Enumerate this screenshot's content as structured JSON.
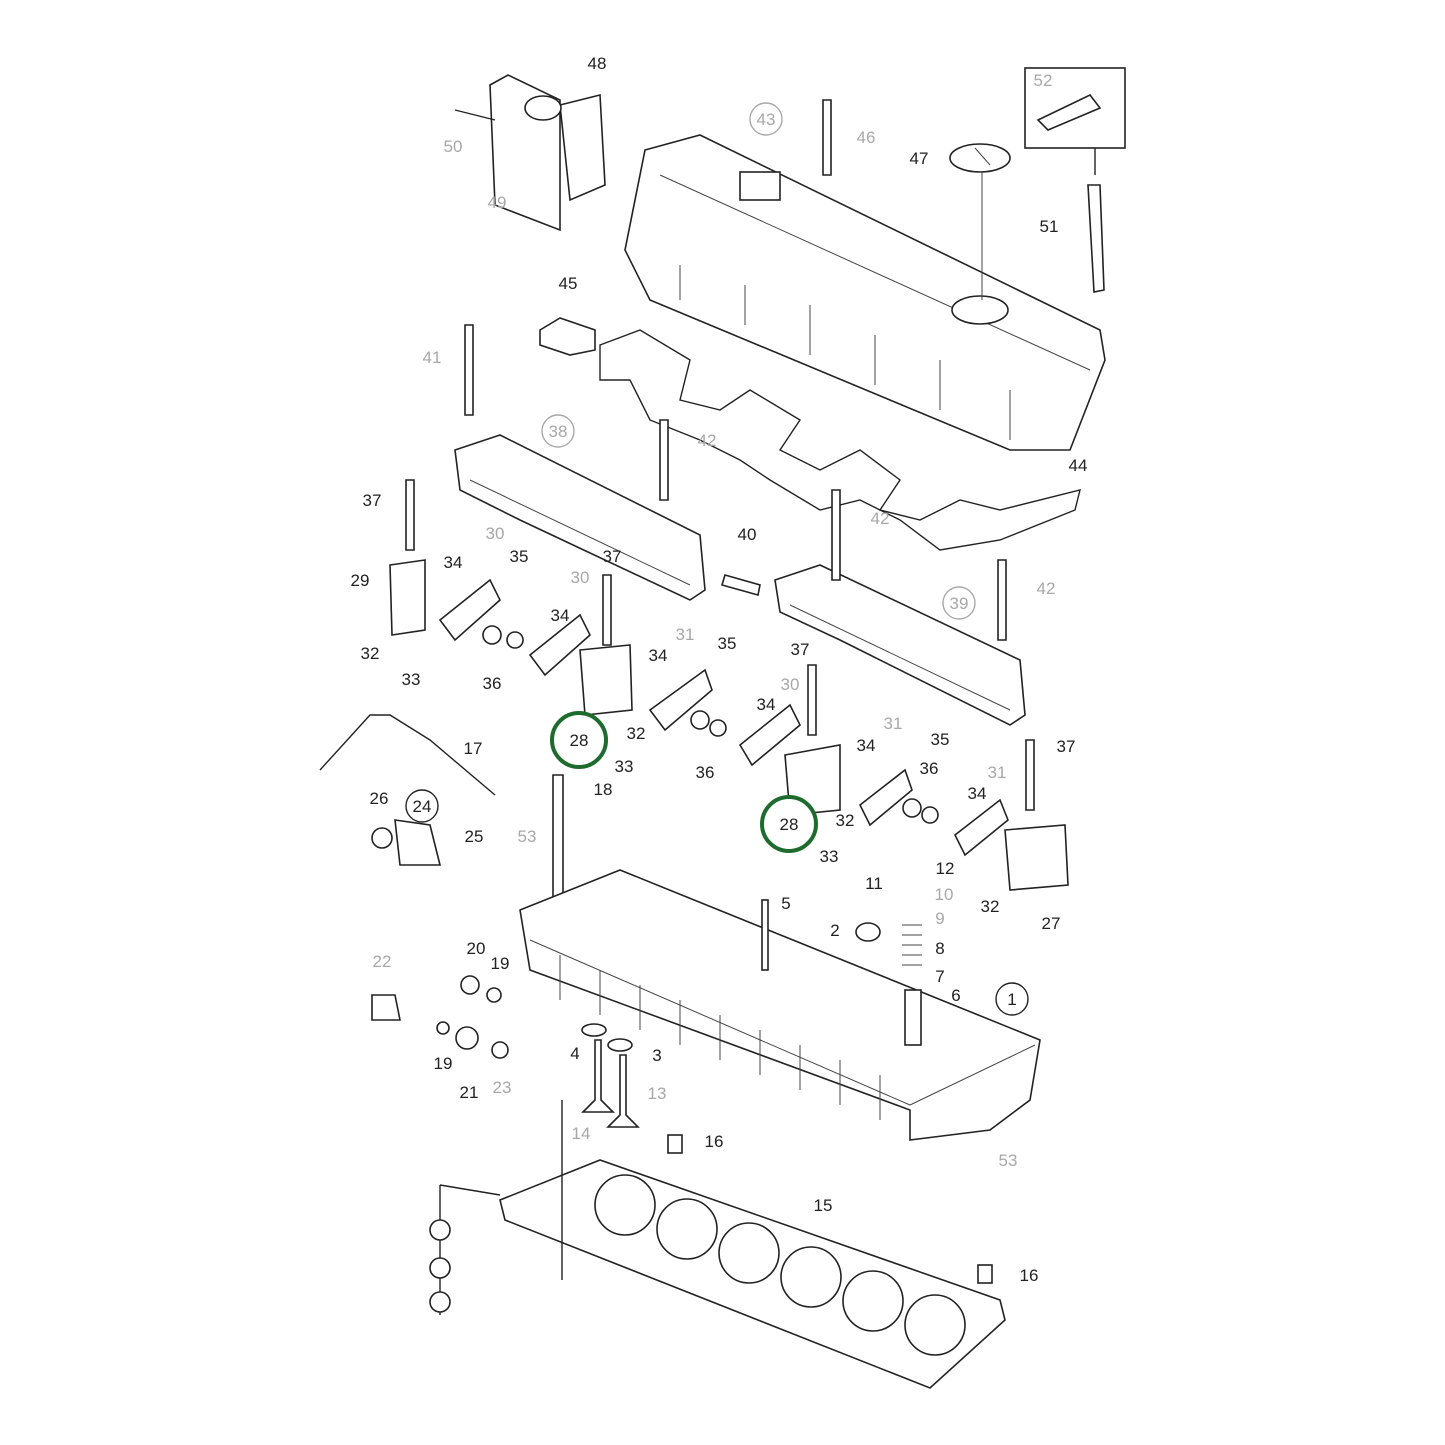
{
  "diagram": {
    "highlight_color": "#1e6b2e",
    "label_color": "#222222",
    "secondary_label_color": "#a8a8a8",
    "labels": [
      {
        "text": "48",
        "gray": false
      },
      {
        "text": "50",
        "gray": true
      },
      {
        "text": "49",
        "gray": true
      },
      {
        "text": "43",
        "gray": true,
        "circled": true
      },
      {
        "text": "46",
        "gray": true
      },
      {
        "text": "47",
        "gray": false
      },
      {
        "text": "52",
        "gray": true
      },
      {
        "text": "51",
        "gray": false
      },
      {
        "text": "45",
        "gray": false
      },
      {
        "text": "41",
        "gray": true
      },
      {
        "text": "38",
        "gray": true,
        "circled": true
      },
      {
        "text": "42",
        "gray": true
      },
      {
        "text": "44",
        "gray": false
      },
      {
        "text": "37",
        "gray": false
      },
      {
        "text": "42",
        "gray": true
      },
      {
        "text": "30",
        "gray": true
      },
      {
        "text": "35",
        "gray": false
      },
      {
        "text": "37",
        "gray": false
      },
      {
        "text": "40",
        "gray": false
      },
      {
        "text": "29",
        "gray": false
      },
      {
        "text": "34",
        "gray": false
      },
      {
        "text": "30",
        "gray": true
      },
      {
        "text": "34",
        "gray": false
      },
      {
        "text": "42",
        "gray": true
      },
      {
        "text": "39",
        "gray": true,
        "circled": true
      },
      {
        "text": "32",
        "gray": false
      },
      {
        "text": "33",
        "gray": false
      },
      {
        "text": "36",
        "gray": false
      },
      {
        "text": "31",
        "gray": true
      },
      {
        "text": "35",
        "gray": false
      },
      {
        "text": "34",
        "gray": false
      },
      {
        "text": "37",
        "gray": false
      },
      {
        "text": "30",
        "gray": true
      },
      {
        "text": "34",
        "gray": false
      },
      {
        "text": "28",
        "gray": false,
        "highlighted": true
      },
      {
        "text": "32",
        "gray": false
      },
      {
        "text": "33",
        "gray": false
      },
      {
        "text": "36",
        "gray": false
      },
      {
        "text": "31",
        "gray": true
      },
      {
        "text": "34",
        "gray": false
      },
      {
        "text": "35",
        "gray": false
      },
      {
        "text": "37",
        "gray": false
      },
      {
        "text": "36",
        "gray": false
      },
      {
        "text": "31",
        "gray": true
      },
      {
        "text": "34",
        "gray": false
      },
      {
        "text": "28",
        "gray": false,
        "highlighted": true
      },
      {
        "text": "32",
        "gray": false
      },
      {
        "text": "33",
        "gray": false
      },
      {
        "text": "17",
        "gray": false
      },
      {
        "text": "18",
        "gray": false
      },
      {
        "text": "26",
        "gray": false
      },
      {
        "text": "24",
        "gray": false,
        "circled": true
      },
      {
        "text": "25",
        "gray": false
      },
      {
        "text": "53",
        "gray": true
      },
      {
        "text": "12",
        "gray": false
      },
      {
        "text": "11",
        "gray": false
      },
      {
        "text": "10",
        "gray": true
      },
      {
        "text": "9",
        "gray": true
      },
      {
        "text": "32",
        "gray": false
      },
      {
        "text": "27",
        "gray": false
      },
      {
        "text": "5",
        "gray": false
      },
      {
        "text": "2",
        "gray": false
      },
      {
        "text": "8",
        "gray": false
      },
      {
        "text": "7",
        "gray": false
      },
      {
        "text": "6",
        "gray": false
      },
      {
        "text": "22",
        "gray": true
      },
      {
        "text": "20",
        "gray": false
      },
      {
        "text": "19",
        "gray": false
      },
      {
        "text": "1",
        "gray": false,
        "circled": true
      },
      {
        "text": "4",
        "gray": false
      },
      {
        "text": "3",
        "gray": false
      },
      {
        "text": "19",
        "gray": false
      },
      {
        "text": "21",
        "gray": false
      },
      {
        "text": "23",
        "gray": true
      },
      {
        "text": "13",
        "gray": true
      },
      {
        "text": "14",
        "gray": true
      },
      {
        "text": "16",
        "gray": false
      },
      {
        "text": "53",
        "gray": true
      },
      {
        "text": "15",
        "gray": false
      },
      {
        "text": "16",
        "gray": false
      }
    ]
  }
}
